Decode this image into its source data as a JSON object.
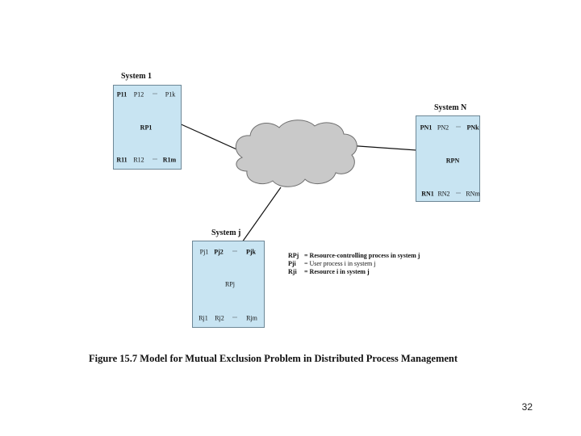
{
  "systems": {
    "s1": {
      "title": "System 1",
      "top": [
        "P11",
        "P12",
        "P1k"
      ],
      "rp": "RP1",
      "bottom": [
        "R11",
        "R12",
        "R1m"
      ]
    },
    "sN": {
      "title": "System N",
      "top": [
        "PN1",
        "PN2",
        "PNk"
      ],
      "rp": "RPN",
      "bottom": [
        "RN1",
        "RN2",
        "RNm"
      ]
    },
    "sj": {
      "title": "System j",
      "top": [
        "Pj1",
        "Pj2",
        "Pjk"
      ],
      "rp": "RPj",
      "bottom": [
        "Rj1",
        "Rj2",
        "Rjm"
      ]
    }
  },
  "ellipsis": "...",
  "legend": [
    {
      "key": "RPj",
      "text": "= Resource-controlling process in system j"
    },
    {
      "key": "Pji",
      "text": "= User process i in system j"
    },
    {
      "key": "Rji",
      "text": "= Resource i in system j"
    }
  ],
  "caption": "Figure 15.7   Model for Mutual Exclusion Problem in Distributed Process Management",
  "page_number": "32",
  "colors": {
    "box_fill": "#c8e4f2",
    "box_border": "#6d8796",
    "cloud_fill": "#c9c9c9",
    "cloud_stroke": "#6f6f6f"
  }
}
